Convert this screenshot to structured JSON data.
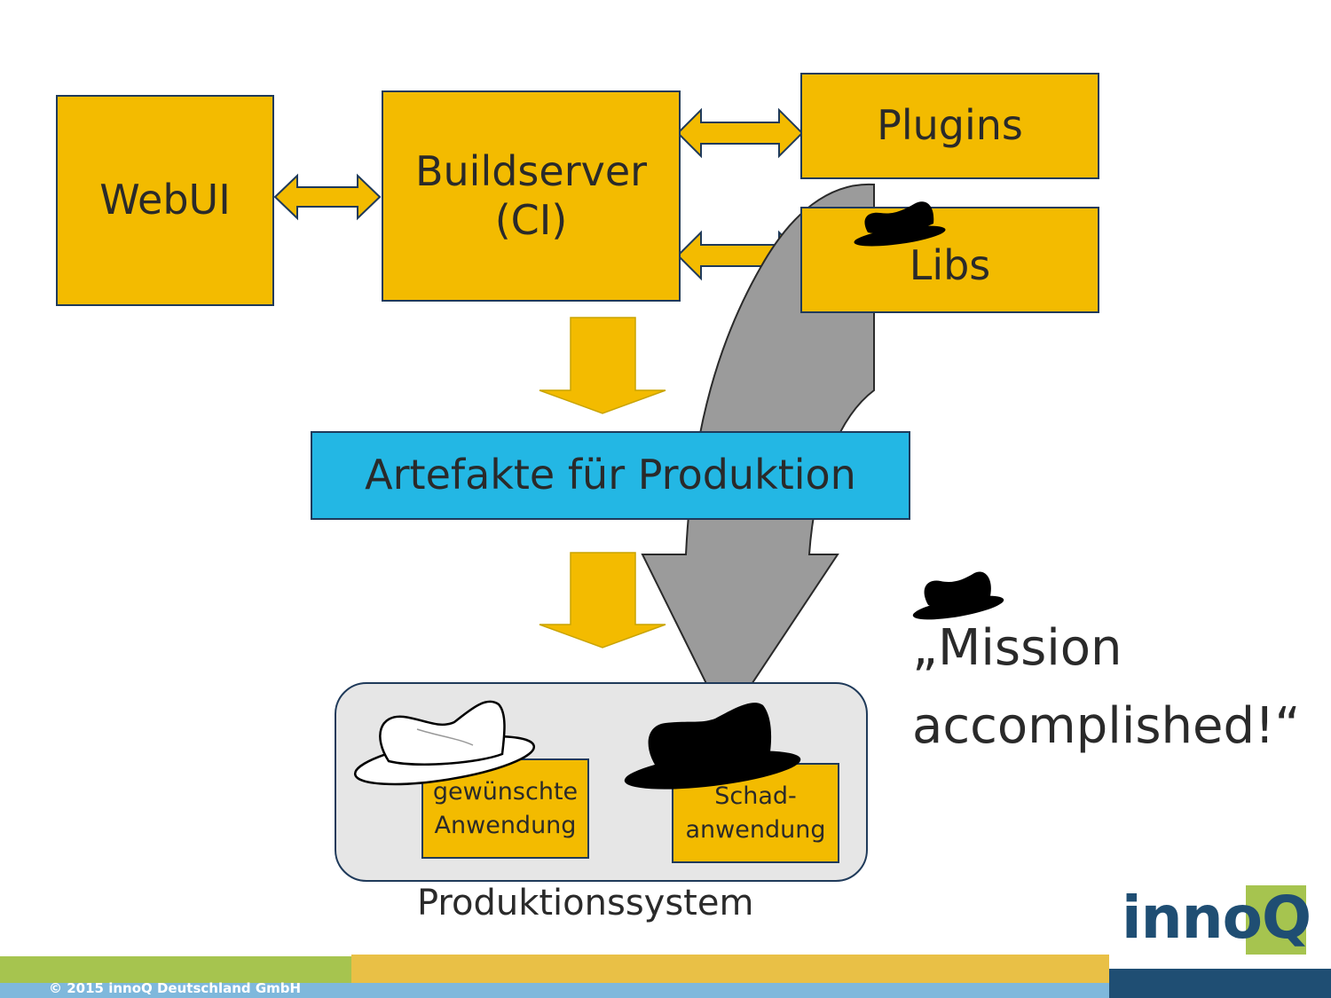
{
  "nodes": {
    "webui": "WebUI",
    "buildserver_line1": "Buildserver",
    "buildserver_line2": "(CI)",
    "plugins": "Plugins",
    "libs": "Libs",
    "artefakte": "Artefakte für Produktion",
    "gewuenschte_line1": "gewünschte",
    "gewuenschte_line2": "Anwendung",
    "schad_line1": "Schad-",
    "schad_line2": "anwendung",
    "produktionssystem": "Produktionssystem"
  },
  "callout": {
    "line1": "„Mission",
    "line2": "accomplished!“"
  },
  "brand": {
    "logo_text": "inno",
    "logo_q": "Q",
    "copyright": "© 2015 innoQ Deutschland GmbH"
  },
  "colors": {
    "box": "#f3bb00",
    "artefakte": "#23b7e4",
    "border": "#1f3a5a",
    "system_bg": "#e6e6e6",
    "malicious_arrow": "#9b9b9b",
    "logo_green": "#a6c44f",
    "logo_blue": "#1f4e73"
  }
}
